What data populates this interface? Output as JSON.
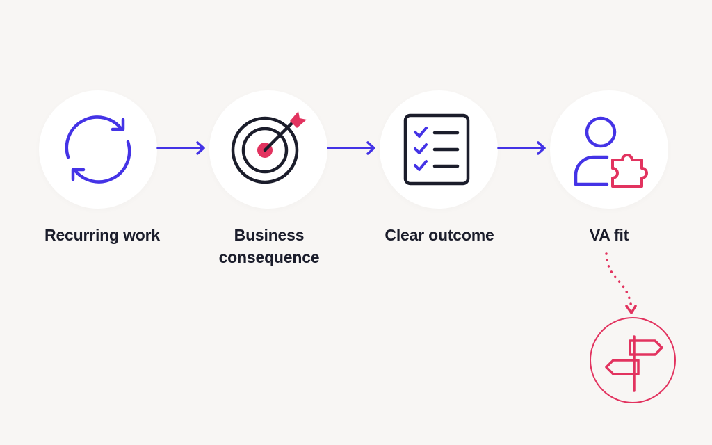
{
  "colors": {
    "primary": "#4433e6",
    "accent": "#e2335f",
    "ink": "#1b1d2b"
  },
  "steps": [
    {
      "label": "Recurring work",
      "icon": "refresh-cycle-icon"
    },
    {
      "label": "Business consequence",
      "icon": "target-arrow-icon"
    },
    {
      "label": "Clear outcome",
      "icon": "checklist-icon"
    },
    {
      "label": "VA fit",
      "icon": "user-puzzle-icon"
    }
  ],
  "branch": {
    "icon": "signpost-icon"
  }
}
